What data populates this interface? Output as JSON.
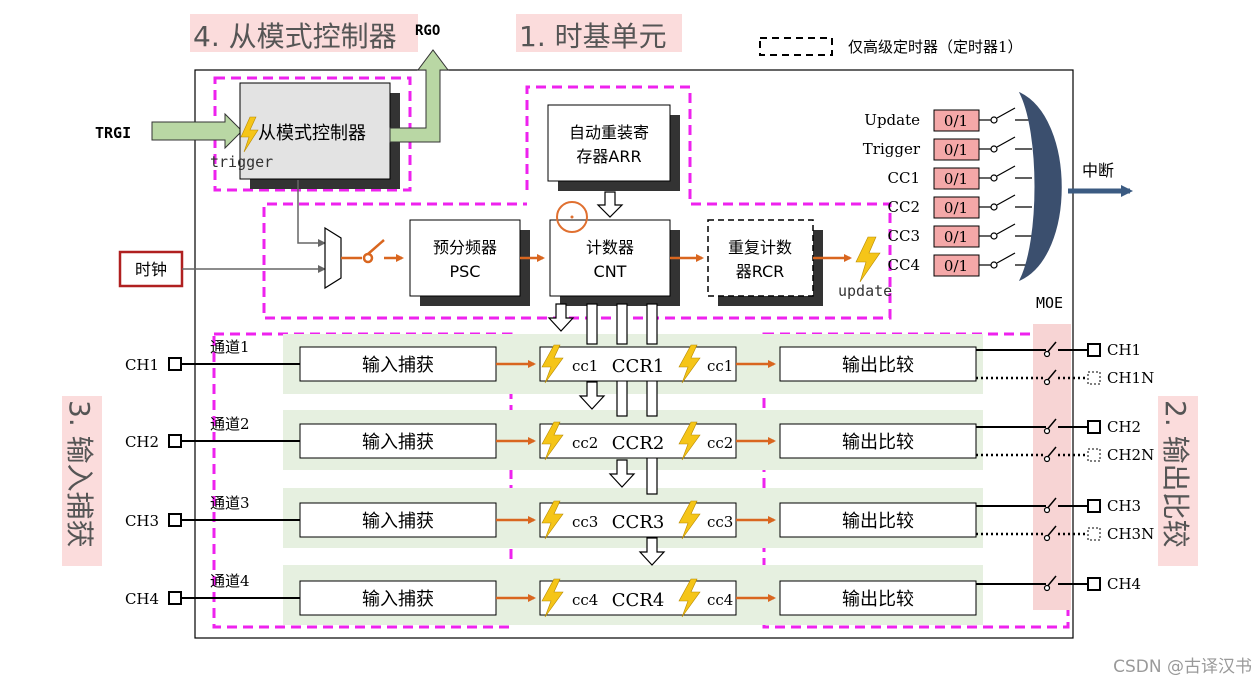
{
  "headings": {
    "slave_mode": "4. 从模式控制器",
    "time_base": "1. 时基单元",
    "output_compare": "2. 输出比较",
    "input_capture": "3. 输入捕获"
  },
  "legend": {
    "text": "仅高级定时器（定时器1）"
  },
  "signals": {
    "trgi": "TRGI",
    "trgo": "RGO",
    "trigger": "trigger",
    "update": "update",
    "moe": "MOE",
    "interrupt": "中断"
  },
  "blocks": {
    "slave_controller": "从模式控制器",
    "arr_line1": "自动重装寄",
    "arr_line2": "存器ARR",
    "psc_line1": "预分频器",
    "psc_line2": "PSC",
    "cnt_line1": "计数器",
    "cnt_line2": "CNT",
    "rcr_line1": "重复计数",
    "rcr_line2": "器RCR",
    "clock": "时钟"
  },
  "interrupt_sources": [
    {
      "label": "Update",
      "value": "0/1"
    },
    {
      "label": "Trigger",
      "value": "0/1"
    },
    {
      "label": "CC1",
      "value": "0/1"
    },
    {
      "label": "CC2",
      "value": "0/1"
    },
    {
      "label": "CC3",
      "value": "0/1"
    },
    {
      "label": "CC4",
      "value": "0/1"
    }
  ],
  "channels": [
    {
      "pin": "CH1",
      "name": "通道1",
      "capture": "输入捕获",
      "cc_in": "cc1",
      "ccr": "CCR1",
      "cc_out": "cc1",
      "compare": "输出比较",
      "out": "CH1",
      "out_n": "CH1N"
    },
    {
      "pin": "CH2",
      "name": "通道2",
      "capture": "输入捕获",
      "cc_in": "cc2",
      "ccr": "CCR2",
      "cc_out": "cc2",
      "compare": "输出比较",
      "out": "CH2",
      "out_n": "CH2N"
    },
    {
      "pin": "CH3",
      "name": "通道3",
      "capture": "输入捕获",
      "cc_in": "cc3",
      "ccr": "CCR3",
      "cc_out": "cc3",
      "compare": "输出比较",
      "out": "CH3",
      "out_n": "CH3N"
    },
    {
      "pin": "CH4",
      "name": "通道4",
      "capture": "输入捕获",
      "cc_in": "cc4",
      "ccr": "CCR4",
      "cc_out": "cc4",
      "compare": "输出比较",
      "out": "CH4",
      "out_n": ""
    }
  ],
  "watermark": "CSDN @古译汉书",
  "colors": {
    "magenta": "#ee22ee",
    "pink_heading_bg": "#fbdcdc",
    "orange_arrow": "#d9661f",
    "green_arrow": "#b9d7a4",
    "interrupt_box": "#f4a8a8",
    "clock_border": "#b02020",
    "channel_bg": "#e6f0e0",
    "slave_box": "#e3e3e3",
    "bolt": "#f5c518"
  }
}
